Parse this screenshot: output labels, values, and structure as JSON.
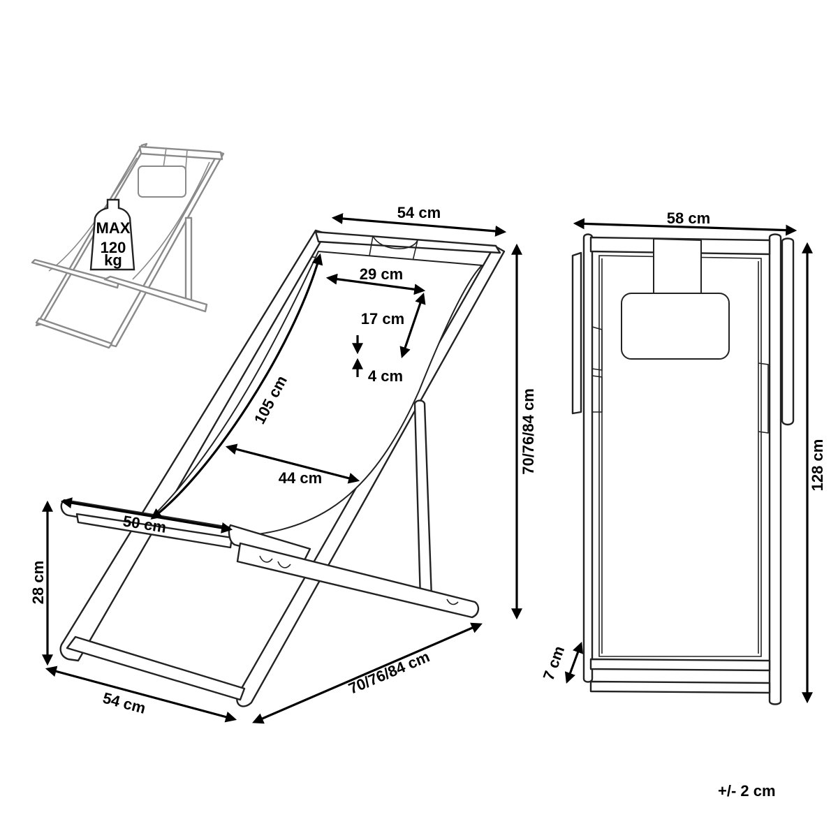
{
  "weight_badge": {
    "line1": "MAX",
    "line2": "120",
    "line3": "kg"
  },
  "side_view": {
    "top_width": "54 cm",
    "pillow_width": "29 cm",
    "pillow_height": "17 cm",
    "pillow_thickness": "4 cm",
    "fabric_length": "105 cm",
    "seat_width": "44 cm",
    "armrest_length": "50 cm",
    "height": "70/76/84 cm",
    "seat_height": "28 cm",
    "base_width": "54 cm",
    "depth": "70/76/84 cm"
  },
  "front_view": {
    "width": "58 cm",
    "height": "128 cm",
    "thickness": "7 cm"
  },
  "tolerance": "+/- 2 cm"
}
